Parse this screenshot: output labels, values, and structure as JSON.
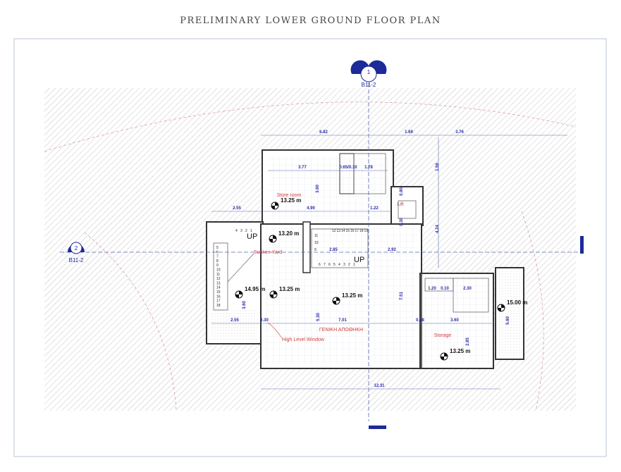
{
  "title": "PRELIMINARY LOWER GROUND FLOOR PLAN",
  "sections": {
    "top": {
      "number": "1",
      "ref": "B11-2"
    },
    "left": {
      "number": "2",
      "ref": "B11-2"
    }
  },
  "rooms": {
    "store_room": "Store room",
    "sunken_yard": "Sunken-Yard",
    "general_storage": "ΓΕΝΙΚΗ ΑΠΟΘΗΚΗ",
    "high_level_window": "High Level Window",
    "storage": "Storage",
    "lift": "Lift"
  },
  "elevations": [
    "13.25 m",
    "13.20 m",
    "14.95 m",
    "13.25 m",
    "13.25 m",
    "15.00 m",
    "13.25 m"
  ],
  "stairs": {
    "up_label": "UP",
    "left_steps": [
      "4",
      "3",
      "2",
      "1",
      "5",
      "6",
      "7",
      "8",
      "9",
      "10",
      "11",
      "12",
      "13",
      "14",
      "15",
      "16",
      "17",
      "18"
    ],
    "mid_steps_top": [
      "12",
      "13",
      "14",
      "15",
      "16",
      "17",
      "18",
      "19"
    ],
    "mid_steps_bottom": [
      "6",
      "7",
      "6",
      "5",
      "4",
      "3",
      "2",
      "1"
    ],
    "mid_steps_side": [
      "11",
      "10",
      "9"
    ]
  },
  "dimensions": {
    "d_6_82": "6.82",
    "d_1_69": "1.69",
    "d_3_76": "3.76",
    "d_3_77": "3.77",
    "d_065": "0.65/0.10",
    "d_1_78": "1.78",
    "d_1_56": "1.56",
    "d_3_60a": "3.60",
    "d_4_90": "4.90",
    "d_1_22": "1.22",
    "d_2_55a": "2.55",
    "d_4_24": "4.24",
    "d_2_85a": "2.85",
    "d_2_92": "2.92",
    "d_7_51": "7.51",
    "d_1_20": "1.20",
    "d_0_10": "0.10",
    "d_2_30": "2.30",
    "d_2_55b": "2.55",
    "d_0_30": "0.30",
    "d_5_30": "5.30",
    "d_7_01": "7.01",
    "d_0_18": "0.18",
    "d_3_60b": "3.60",
    "d_2_85b": "2.85",
    "d_5_60": "5.60",
    "d_12_31": "12.31",
    "d_3_60c": "3.60",
    "d_0_90": "0.90",
    "d_0_30b": "0.30"
  },
  "colors": {
    "dimension": "#2a2aa8",
    "label": "#d23a3a",
    "marker": "#1c2a9a",
    "hatch": "#c8c8c8"
  }
}
